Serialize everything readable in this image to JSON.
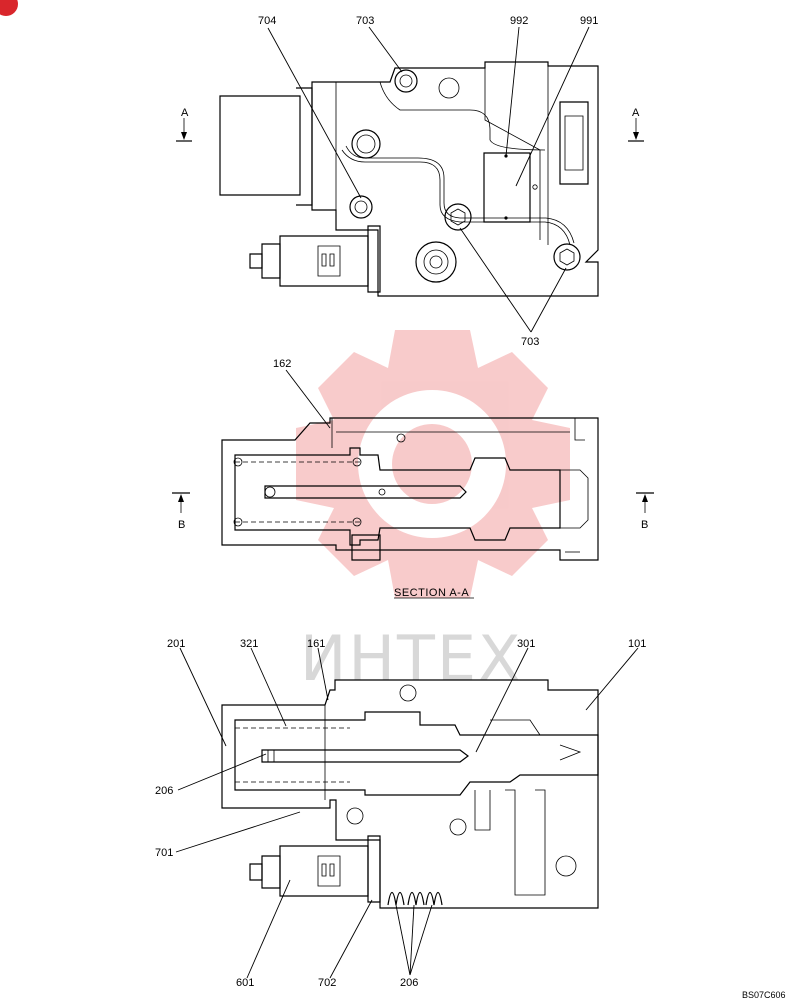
{
  "section_title": "SECTION A-A",
  "drawing_code": "BS07C606",
  "watermark_text": "ИНТЕХ",
  "colors": {
    "line": "#000000",
    "watermark_red": "#f2a0a0",
    "watermark_gray": "#d8d8d8",
    "corner_badge": "#d9262c"
  },
  "section_markers": {
    "a_left": "A",
    "a_right": "A",
    "b_left": "B",
    "b_right": "B"
  },
  "labels_top": {
    "l704": "704",
    "l703a": "703",
    "l992": "992",
    "l991": "991",
    "l703b": "703"
  },
  "labels_mid": {
    "l162": "162"
  },
  "labels_bottom": {
    "l201": "201",
    "l321": "321",
    "l161": "161",
    "l301": "301",
    "l101": "101",
    "l206a": "206",
    "l701": "701",
    "l601": "601",
    "l702": "702",
    "l206b": "206"
  }
}
